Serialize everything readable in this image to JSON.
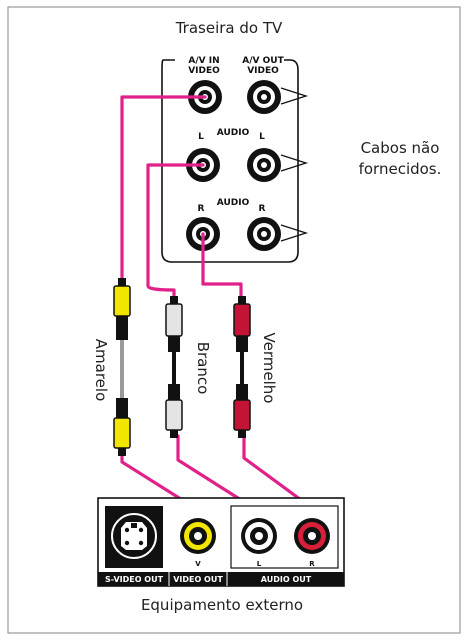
{
  "colors": {
    "cable": "#e0218a",
    "yellow": "#f2e600",
    "white": "#e4e4e4",
    "red": "#c41436",
    "black": "#111111",
    "frame": "#999999"
  },
  "tv": {
    "title": "Traseira do TV",
    "av_in": [
      "A/V IN",
      "VIDEO"
    ],
    "av_out": [
      "A/V OUT",
      "VIDEO"
    ],
    "audio_label": "AUDIO",
    "audio_label_2": "AUDIO",
    "l_left": "L",
    "l_right": "L",
    "r_left": "R",
    "r_right": "R"
  },
  "note": [
    "Cabos não",
    "fornecidos."
  ],
  "cables": {
    "yellow_label": "Amarelo",
    "white_label": "Branco",
    "red_label": "Vermelho"
  },
  "external": {
    "title": "Equipamento externo",
    "svideo_out": "S-VIDEO OUT",
    "video_out": "VIDEO OUT",
    "audio_out": "AUDIO OUT",
    "v": "V",
    "l": "L",
    "r": "R"
  }
}
